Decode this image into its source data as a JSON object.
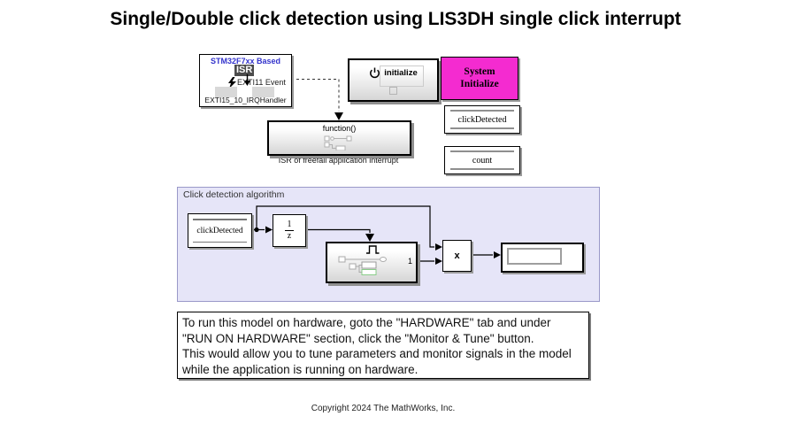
{
  "title": "Single/Double click detection using LIS3DH single click interrupt",
  "isr_block": {
    "header": "STM32F7xx Based",
    "badge": "ISR",
    "event_label": "EXTI11 Event",
    "handler_label": "EXTI15_10_IRQHandler"
  },
  "initialize_block": {
    "label": "initialize"
  },
  "system_initialize_block": {
    "label": "System Initialize"
  },
  "data_stores": {
    "clickdetected": "clickDetected",
    "count": "count"
  },
  "isr_subsystem": {
    "label": "function()",
    "caption": "ISR of freefall application interrupt"
  },
  "click_area": {
    "title": "Click detection algorithm",
    "read_block_label": "clickDetected",
    "unit_delay": {
      "numerator": "1",
      "denominator": "z"
    },
    "detection_subsystem_port": "1",
    "product_block_label": "x"
  },
  "note_box": {
    "lines": [
      "To run this model on hardware, goto the \"HARDWARE\" tab and under",
      "\"RUN ON HARDWARE\" section, click the \"Monitor & Tune\" button.",
      "This would allow you to tune parameters and monitor signals in the model",
      "while the application is running on hardware."
    ]
  },
  "copyright": "Copyright 2024 The MathWorks, Inc.",
  "colors": {
    "accent_magenta": "#f42bd0",
    "area_background": "#e6e5f8",
    "area_border": "#9a99c9",
    "header_blue": "#3333cc"
  }
}
